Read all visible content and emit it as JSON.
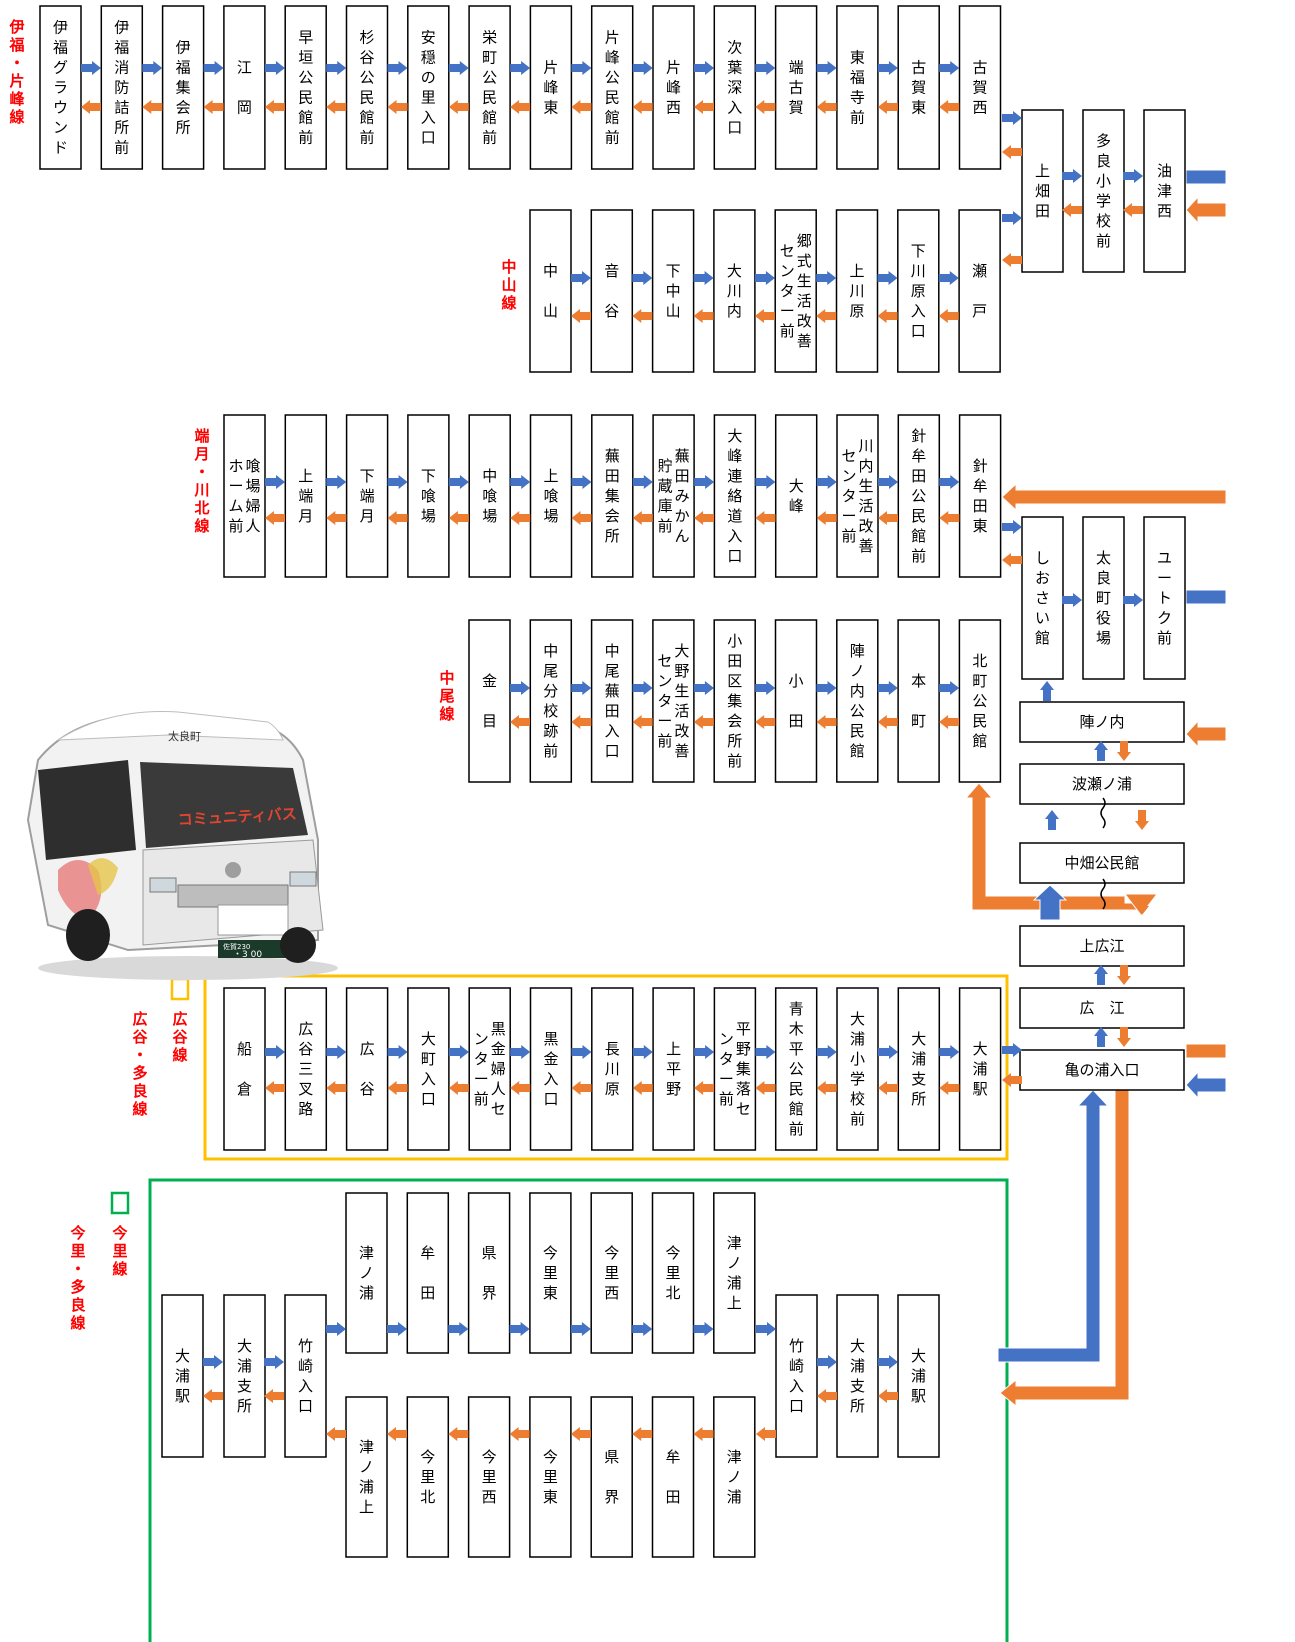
{
  "colors": {
    "blue": "#4472c4",
    "orange": "#ed7d31",
    "red": "#ff0000",
    "yellow": "#ffc000",
    "green": "#00b050",
    "box_border": "#000000"
  },
  "lines": {
    "ifuku": "伊福・片峰線",
    "nakayama": "中山線",
    "hazuki": "端月・川北線",
    "nakao": "中尾線",
    "hirotani_box": "広谷線",
    "hirotani_side": "広谷・多良線",
    "imari_box": "今里線",
    "imari_side": "今里・多良線"
  },
  "stops": {
    "r1": [
      "伊福グラウンド",
      "伊福消防詰所前",
      "伊福集会所",
      "江　岡",
      "早垣公民館前",
      "杉谷公民館前",
      "安穏の里入口",
      "栄町公民館前",
      "片峰東",
      "片峰公民館前",
      "片峰西",
      "次葉深入口",
      "端古賀",
      "東福寺前",
      "古賀東",
      "古賀西"
    ],
    "r1b": [
      "上畑田",
      "多良小学校前",
      "油津西"
    ],
    "r2": [
      "中　山",
      "音　谷",
      "下中山",
      "大川内",
      "郷式生活改善センター前",
      "上川原",
      "下川原入口",
      "瀬　戸"
    ],
    "r3": [
      "喰場婦人ホーム前",
      "上端月",
      "下端月",
      "下喰場",
      "中喰場",
      "上喰場",
      "蕪田集会所",
      "蕪田みかん貯蔵庫前",
      "大峰連絡道入口",
      "大峰",
      "川内生活改善センター前",
      "針牟田公民館前",
      "針牟田東"
    ],
    "r3b": [
      "しおさい館",
      "太良町役場",
      "ユートク前"
    ],
    "r4": [
      "金　目",
      "中尾分校跡前",
      "中尾蕪田入口",
      "大野生活改善センター前",
      "小田区集会所前",
      "小　田",
      "陣ノ内公民館",
      "本　町",
      "北町公民館"
    ],
    "trunk": [
      "陣ノ内",
      "波瀬ノ浦",
      "中畑公民館",
      "上広江",
      "広　江",
      "亀の浦入口"
    ],
    "r5": [
      "船　倉",
      "広谷三叉路",
      "広　谷",
      "大町入口",
      "黒金婦人センター前",
      "黒金入口",
      "長川原",
      "上平野",
      "平野集落センター前",
      "青木平公民館前",
      "大浦小学校前",
      "大浦支所",
      "大浦駅"
    ],
    "r6l": [
      "大浦駅",
      "大浦支所",
      "竹崎入口"
    ],
    "r6u": [
      "津ノ浦",
      "牟　田",
      "県　界",
      "今里東",
      "今里西",
      "今里北",
      "津ノ浦上"
    ],
    "r6d": [
      "津ノ浦上",
      "今里北",
      "今里西",
      "今里東",
      "県　界",
      "牟　田",
      "津ノ浦"
    ],
    "r6r": [
      "竹崎入口",
      "大浦支所",
      "大浦駅"
    ]
  },
  "bus": {
    "side_text": "コミュニティバス",
    "front_text": "太良町",
    "plate": "・3 00",
    "plate_top": "佐賀230"
  }
}
